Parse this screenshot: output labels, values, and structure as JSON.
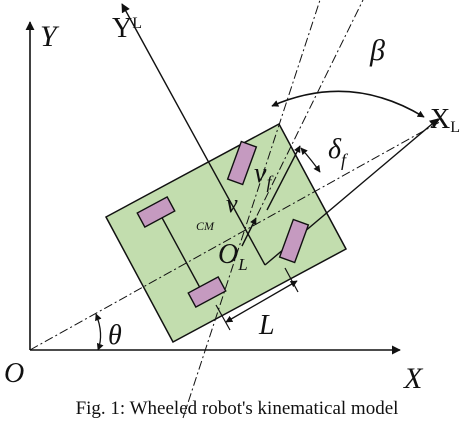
{
  "figure": {
    "axis_y": "Y",
    "axis_x": "X",
    "origin": "O",
    "robot_y_axis": "Y",
    "robot_y_sub": "L",
    "robot_x_axis": "X",
    "robot_x_sub": "L",
    "beta": "β",
    "delta": "δ",
    "delta_sub": "f",
    "vf": "v",
    "vf_sub": "f",
    "v": "v",
    "cm": "CM",
    "ol": "O",
    "ol_sub": "L",
    "wheelbase": "L",
    "theta": "θ"
  },
  "caption": "Fig. 1: Wheeled robot's kinematical model",
  "colors": {
    "body": "#c2ddae",
    "wheel": "#c59ac0",
    "ink": "#111111"
  }
}
